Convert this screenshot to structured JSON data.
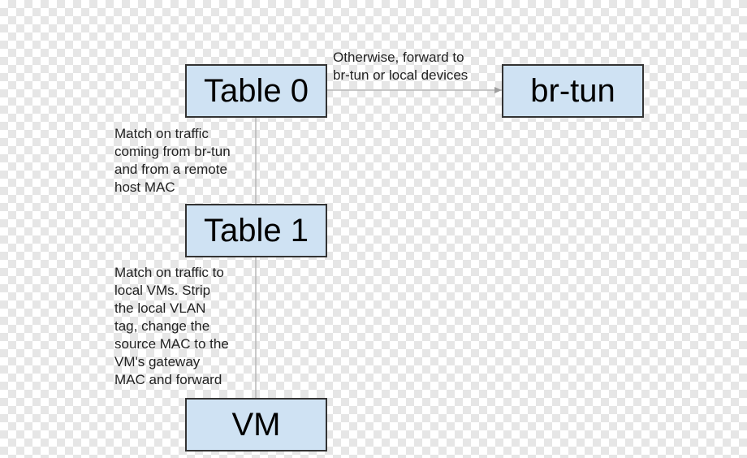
{
  "colors": {
    "node_fill": "#cfe2f3",
    "node_border": "#333333",
    "edge": "#b7b7b7",
    "text": "#222222"
  },
  "nodes": {
    "table0": "Table 0",
    "brtun": "br-tun",
    "table1": "Table 1",
    "vm": "VM"
  },
  "edge_labels": {
    "otherwise": [
      "Otherwise, forward to",
      "br-tun or local devices"
    ],
    "match_brtun": [
      "Match on traffic",
      "coming from br-tun",
      "and from a remote",
      "host MAC"
    ],
    "match_local": [
      "Match on traffic to",
      "local VMs. Strip",
      "the local VLAN",
      "tag, change the",
      "source MAC to the",
      "VM's gateway",
      "MAC and forward"
    ]
  }
}
